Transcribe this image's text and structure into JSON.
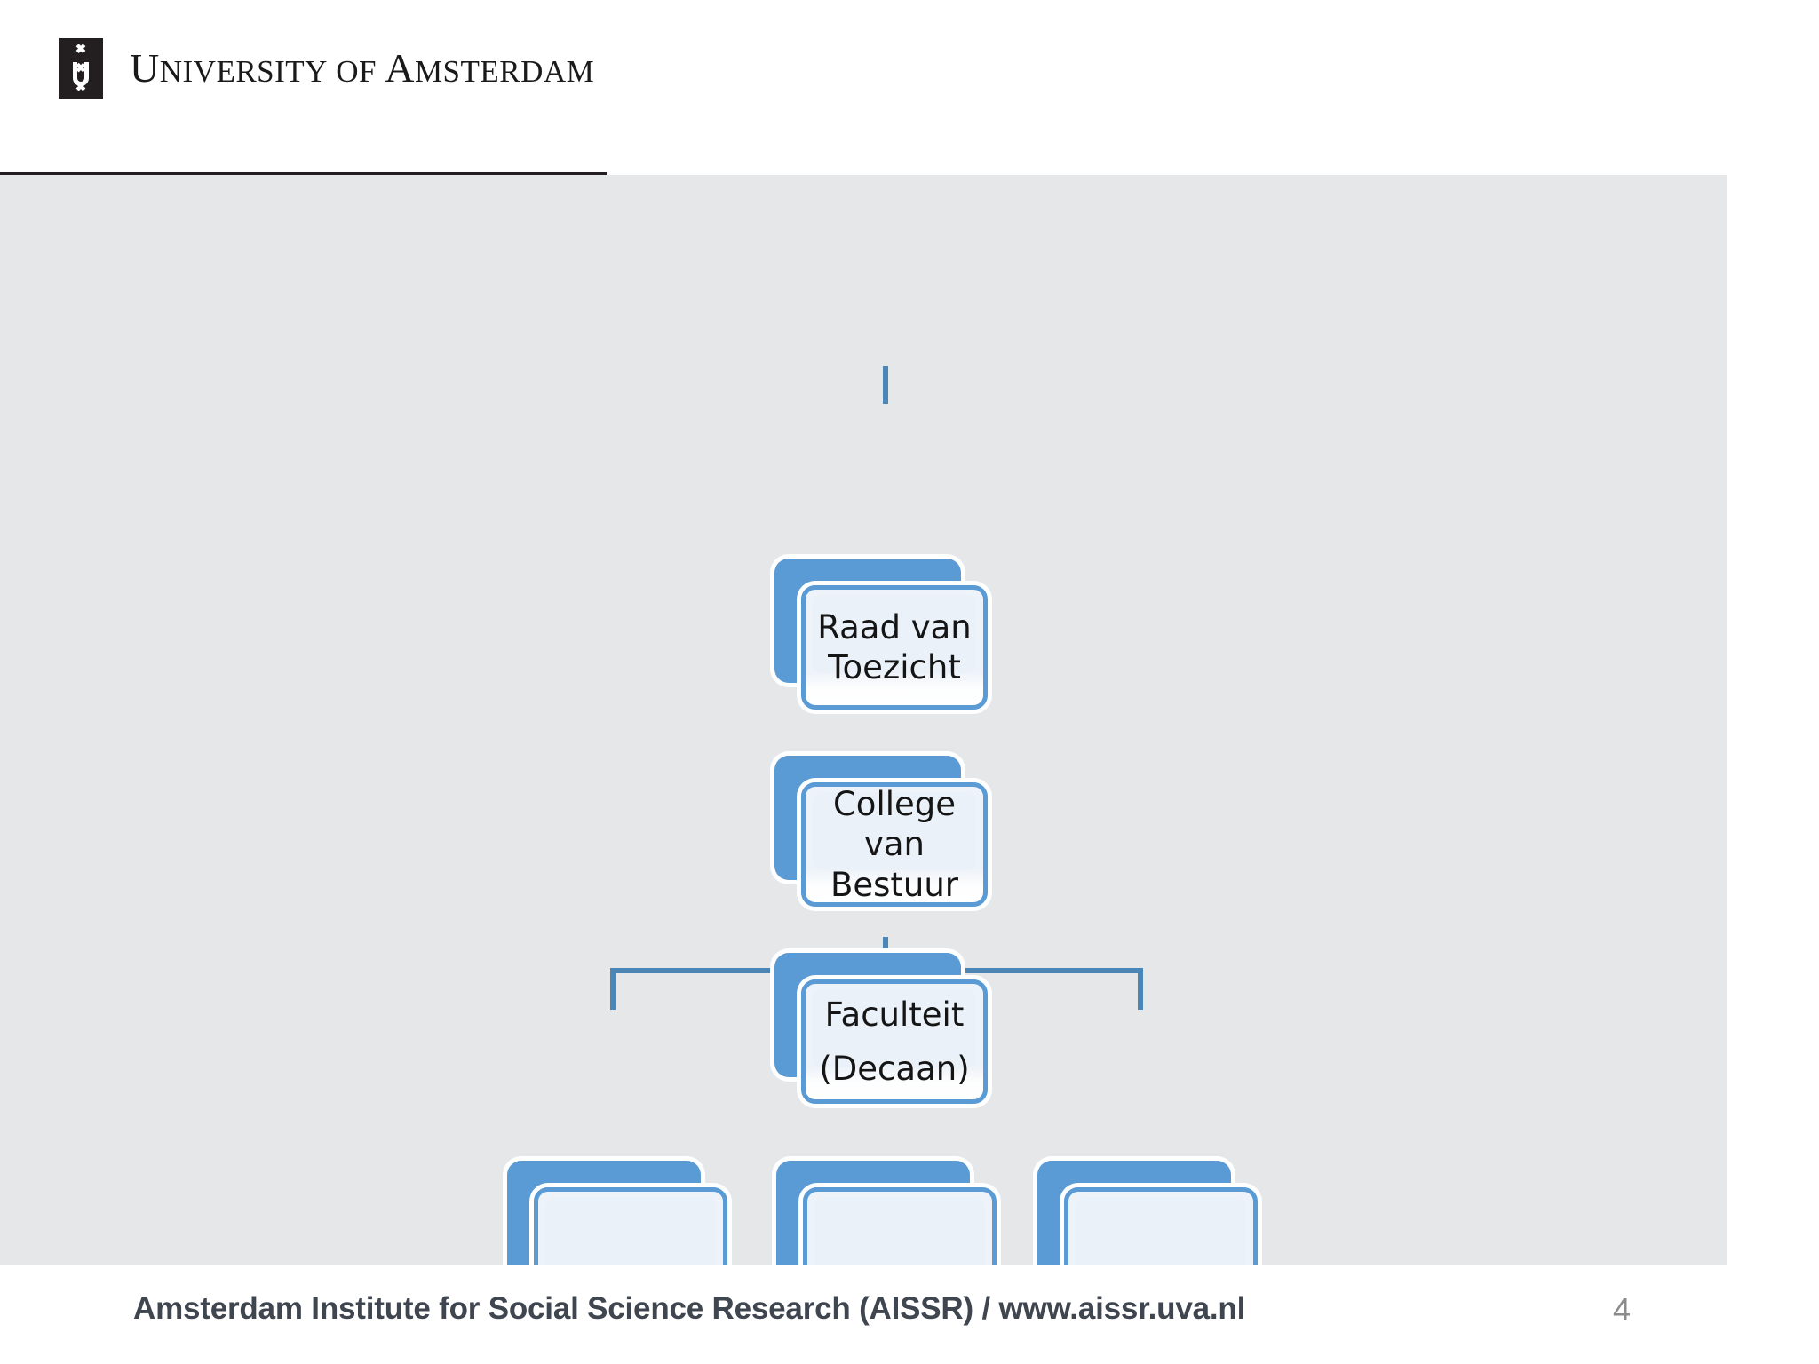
{
  "header": {
    "logo_alt": "University of Amsterdam coat of arms",
    "wordmark_part1_cap": "U",
    "wordmark_part1_rest": "NIVERSITY",
    "wordmark_of": "OF",
    "wordmark_part2_cap": "A",
    "wordmark_part2_rest": "MSTERDAM",
    "wordmark_full": "UNIVERSITY OF AMSTERDAM"
  },
  "chart_data": {
    "type": "diagram",
    "subtype": "hierarchy-org-chart",
    "title": "",
    "accent_color": "#5b9bd5",
    "card_fill": "#eef3f9",
    "panel_background": "#e5e7e9",
    "nodes": [
      {
        "id": "raad-van-toezicht",
        "label": "Raad van\nToezicht",
        "level": 0,
        "parent": null
      },
      {
        "id": "college-van-bestuur",
        "label": "College van\nBestuur",
        "level": 1,
        "parent": "raad-van-toezicht"
      },
      {
        "id": "faculteit-decaan",
        "label": "Faculteit\n(Decaan)",
        "level": 2,
        "parent": "college-van-bestuur"
      },
      {
        "id": "child-1",
        "label": "",
        "level": 3,
        "parent": "faculteit-decaan"
      },
      {
        "id": "child-2",
        "label": "",
        "level": 3,
        "parent": "faculteit-decaan"
      },
      {
        "id": "child-3",
        "label": "",
        "level": 3,
        "parent": "faculteit-decaan"
      }
    ],
    "edges": [
      {
        "from": "raad-van-toezicht",
        "to": "college-van-bestuur"
      },
      {
        "from": "college-van-bestuur",
        "to": "faculteit-decaan"
      },
      {
        "from": "faculteit-decaan",
        "to": "child-1"
      },
      {
        "from": "faculteit-decaan",
        "to": "child-2"
      },
      {
        "from": "faculteit-decaan",
        "to": "child-3"
      }
    ]
  },
  "footer": {
    "text": "Amsterdam Institute for Social Science Research (AISSR) / www.aissr.uva.nl",
    "page_number": "4"
  }
}
